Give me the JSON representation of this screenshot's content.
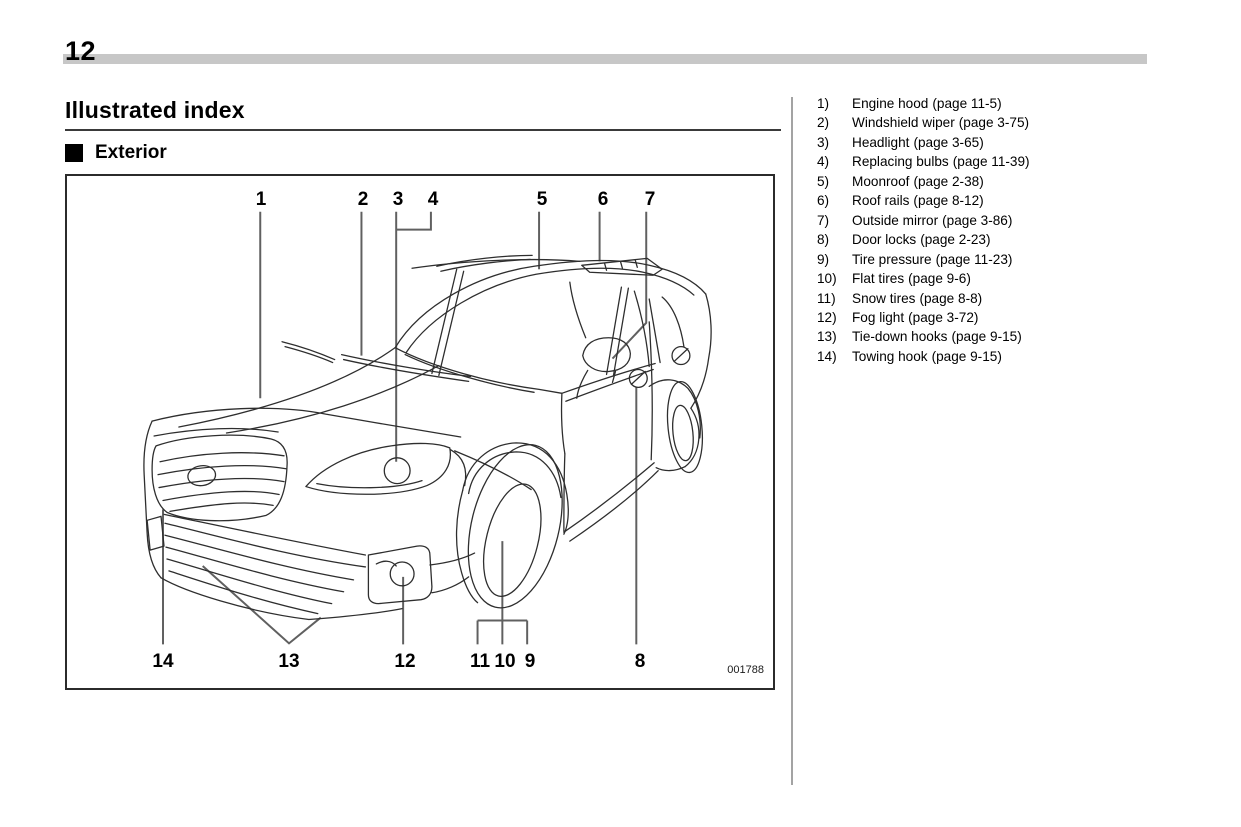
{
  "page": {
    "number": "12"
  },
  "title": "Illustrated index",
  "section": {
    "label": "Exterior"
  },
  "icons": {
    "section_bullet": "black-square"
  },
  "figure": {
    "code": "001788",
    "callouts": [
      {
        "label": "1"
      },
      {
        "label": "2"
      },
      {
        "label": "3"
      },
      {
        "label": "4"
      },
      {
        "label": "5"
      },
      {
        "label": "6"
      },
      {
        "label": "7"
      },
      {
        "label": "8"
      },
      {
        "label": "9"
      },
      {
        "label": "10"
      },
      {
        "label": "11"
      },
      {
        "label": "12"
      },
      {
        "label": "13"
      },
      {
        "label": "14"
      }
    ]
  },
  "index_list": {
    "items": [
      {
        "num": "1)",
        "label": "Engine hood",
        "page_ref": "(page 11-5)"
      },
      {
        "num": "2)",
        "label": "Windshield wiper",
        "page_ref": "(page 3-75)"
      },
      {
        "num": "3)",
        "label": "Headlight",
        "page_ref": "(page 3-65)"
      },
      {
        "num": "4)",
        "label": "Replacing bulbs",
        "page_ref": "(page 11-39)"
      },
      {
        "num": "5)",
        "label": "Moonroof",
        "page_ref": "(page 2-38)"
      },
      {
        "num": "6)",
        "label": "Roof rails",
        "page_ref": "(page 8-12)"
      },
      {
        "num": "7)",
        "label": "Outside mirror",
        "page_ref": "(page 3-86)"
      },
      {
        "num": "8)",
        "label": "Door locks",
        "page_ref": "(page 2-23)"
      },
      {
        "num": "9)",
        "label": "Tire pressure",
        "page_ref": "(page 11-23)"
      },
      {
        "num": "10)",
        "label": "Flat tires",
        "page_ref": "(page 9-6)"
      },
      {
        "num": "11)",
        "label": "Snow tires",
        "page_ref": "(page 8-8)"
      },
      {
        "num": "12)",
        "label": "Fog light",
        "page_ref": "(page 3-72)"
      },
      {
        "num": "13)",
        "label": "Tie-down hooks",
        "page_ref": "(page 9-15)"
      },
      {
        "num": "14)",
        "label": "Towing hook",
        "page_ref": "(page 9-15)"
      }
    ]
  }
}
